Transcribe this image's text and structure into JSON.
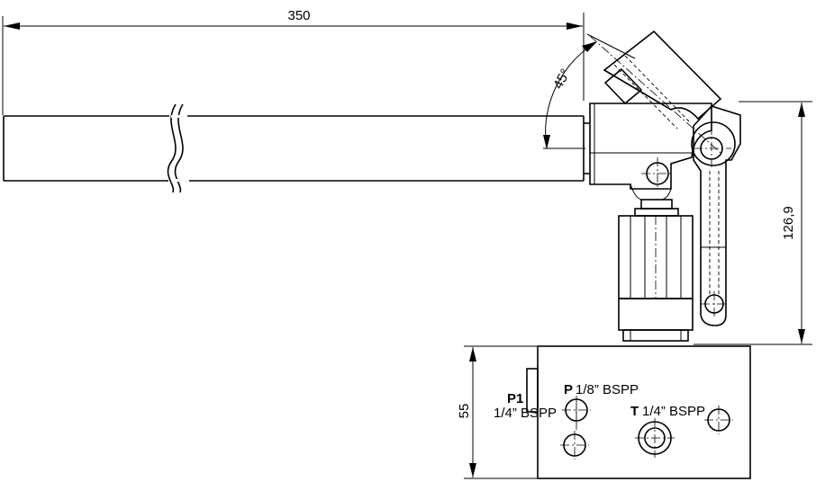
{
  "dimensions": {
    "length": "350",
    "angle": "45°",
    "height": "126,9",
    "block_height": "55"
  },
  "ports": {
    "p1_id": "P1",
    "p1_thread": "1/4” BSPP",
    "p_id": "P",
    "p_thread": "1/8” BSPP",
    "t_id": "T",
    "t_thread": "1/4” BSPP"
  }
}
